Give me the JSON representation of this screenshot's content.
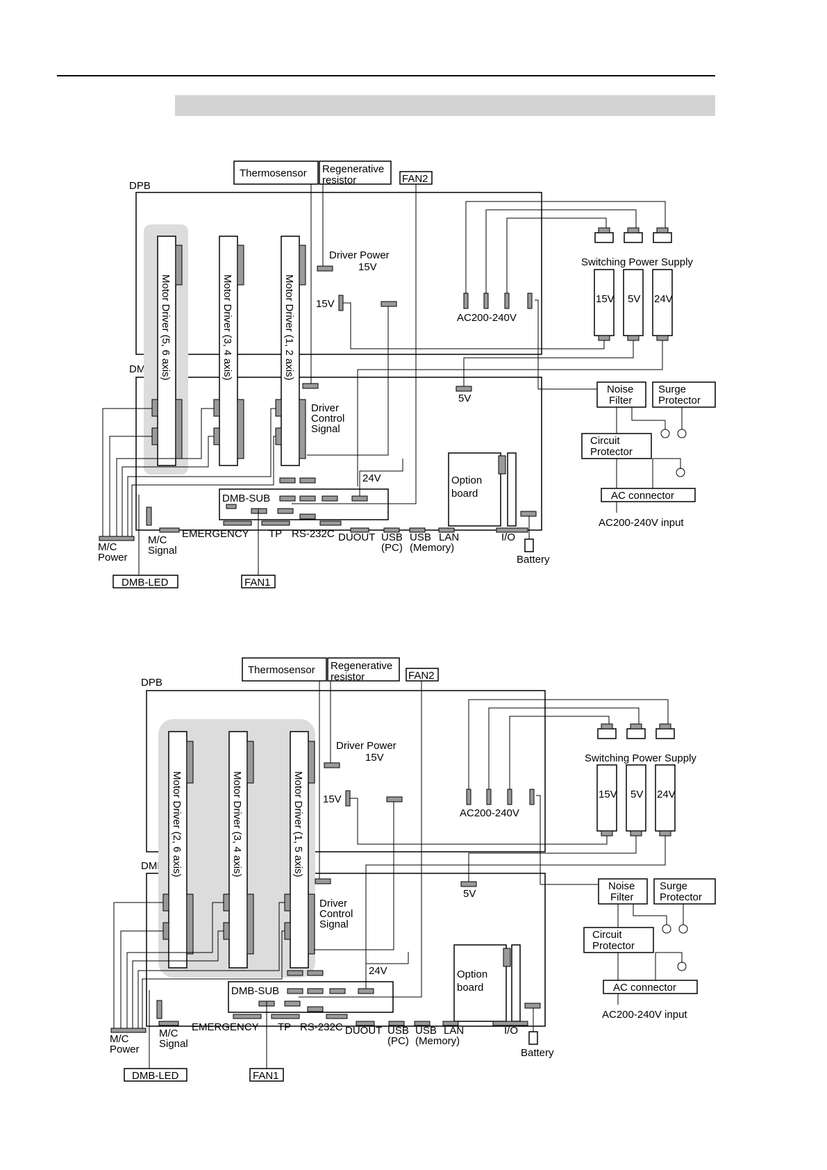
{
  "page": {},
  "labels": {
    "thermosensor": "Thermosensor",
    "regen_line1": "Regenerative",
    "regen_line2": "resistor",
    "fan2": "FAN2",
    "fan1": "FAN1",
    "dpb": "DPB",
    "dmb": "DMB",
    "driver_power_line1": "Driver Power",
    "driver_power_line2": "15V",
    "v15": "15V",
    "v5": "5V",
    "v24": "24V",
    "ac200": "AC200-240V",
    "switching_power_supply": "Switching Power Supply",
    "noise_filter_line1": "Noise",
    "noise_filter_line2": "Filter",
    "surge_line1": "Surge",
    "surge_line2": "Protector",
    "circuit_line1": "Circuit",
    "circuit_line2": "Protector",
    "ac_connector": "AC connector",
    "ac_input": "AC200-240V input",
    "driver_control_line1": "Driver",
    "driver_control_line2": "Control",
    "driver_control_line3": "Signal",
    "dmb_sub": "DMB-SUB",
    "option_line1": "Option",
    "option_line2": "board",
    "mc_power_line1": "M/C",
    "mc_power_line2": "Power",
    "mc_signal_line1": "M/C",
    "mc_signal_line2": "Signal",
    "emergency": "EMERGENCY",
    "tp": "TP",
    "rs232c": "RS-232C",
    "duout": "DUOUT",
    "usb": "USB",
    "usb_pc": "(PC)",
    "usb_memory": "(Memory)",
    "lan": "LAN",
    "io": "I/O",
    "battery": "Battery",
    "dmb_led": "DMB-LED"
  },
  "diagrams": [
    {
      "drivers": [
        "Motor Driver  (5, 6 axis)",
        "Motor Driver  (3, 4 axis)",
        "Motor Driver  (1, 2 axis)"
      ]
    },
    {
      "drivers": [
        "Motor Driver  (2, 6 axis)",
        "Motor Driver  (3, 4 axis)",
        "Motor Driver  (1, 5 axis)"
      ]
    }
  ]
}
